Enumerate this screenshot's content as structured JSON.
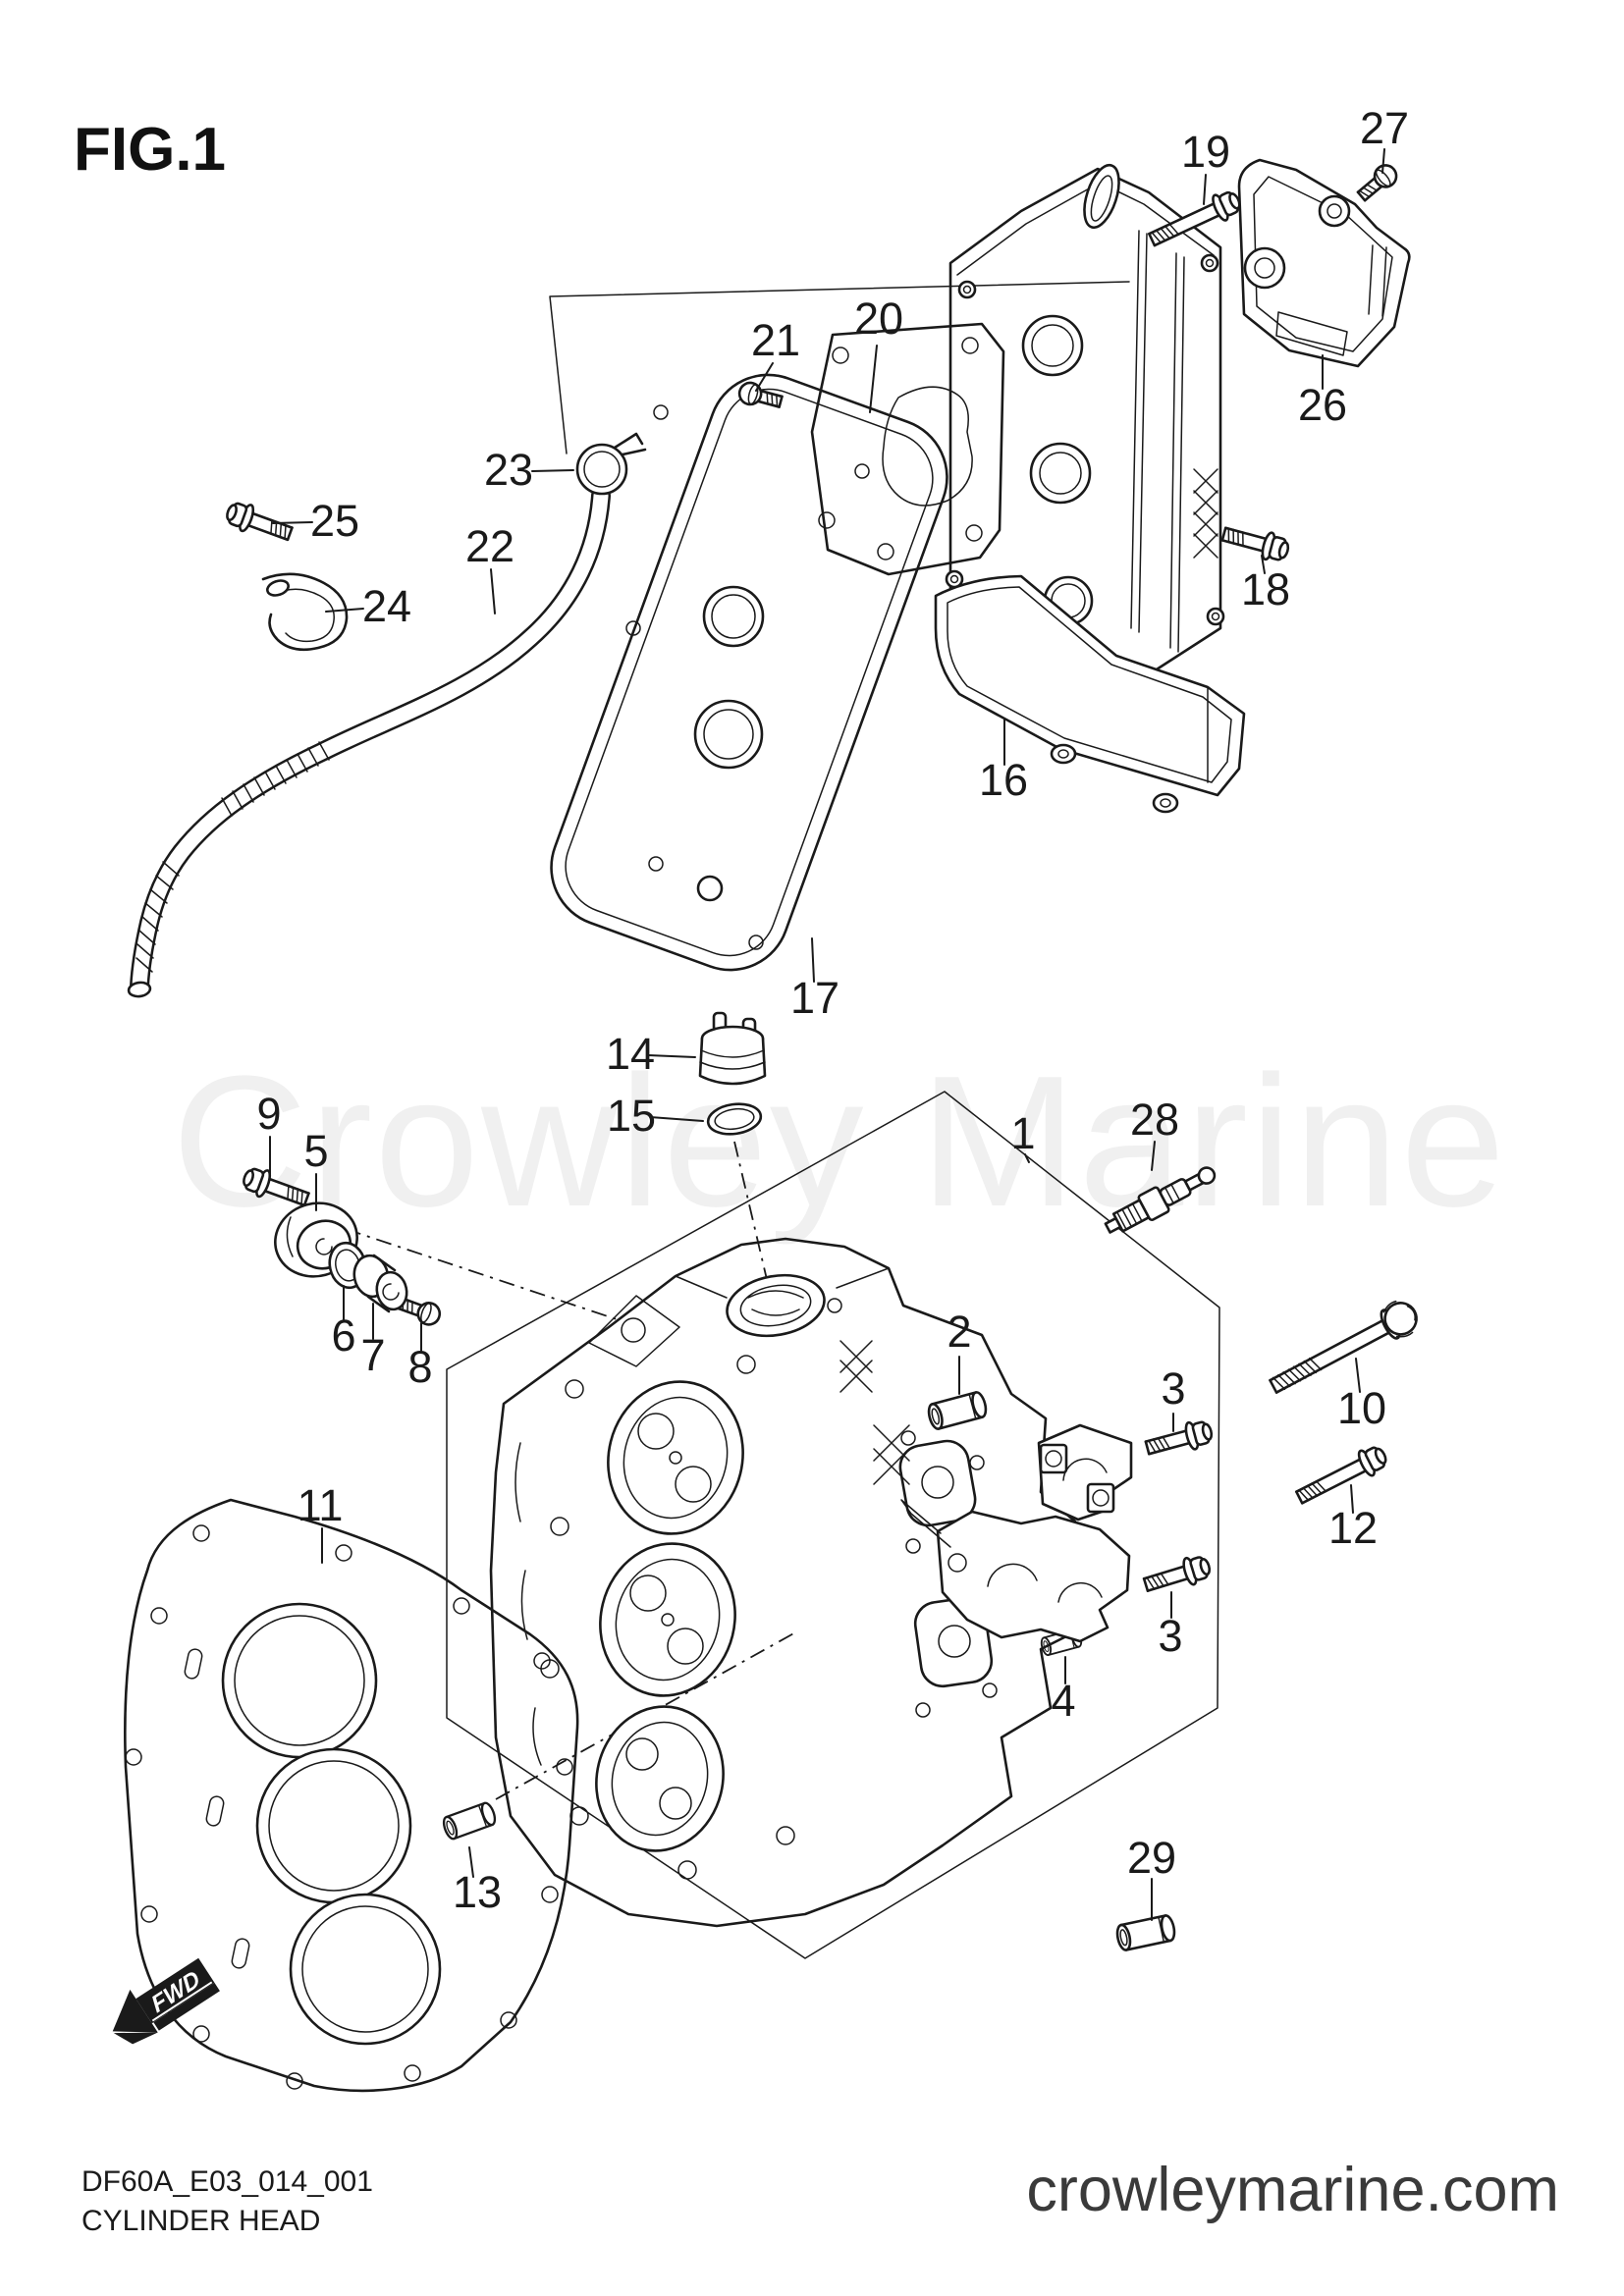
{
  "figure": {
    "label": "FIG.1"
  },
  "drawing": {
    "code": "DF60A_E03_014_001",
    "title": "CYLINDER HEAD"
  },
  "brand": {
    "site": "crowleymarine.com",
    "watermark": "Crowley Marine"
  },
  "orientation": {
    "fwd_label": "FWD"
  },
  "colors": {
    "ink": "#1a1a1a",
    "watermark": "#f0f0f0",
    "brand_text": "#3a3a3a",
    "background": "#ffffff"
  },
  "callouts": [
    {
      "label": "1"
    },
    {
      "label": "2"
    },
    {
      "label": "3"
    },
    {
      "label": "3"
    },
    {
      "label": "4"
    },
    {
      "label": "5"
    },
    {
      "label": "6"
    },
    {
      "label": "7"
    },
    {
      "label": "8"
    },
    {
      "label": "9"
    },
    {
      "label": "10"
    },
    {
      "label": "11"
    },
    {
      "label": "12"
    },
    {
      "label": "13"
    },
    {
      "label": "14"
    },
    {
      "label": "15"
    },
    {
      "label": "16"
    },
    {
      "label": "17"
    },
    {
      "label": "18"
    },
    {
      "label": "19"
    },
    {
      "label": "20"
    },
    {
      "label": "21"
    },
    {
      "label": "22"
    },
    {
      "label": "23"
    },
    {
      "label": "24"
    },
    {
      "label": "25"
    },
    {
      "label": "26"
    },
    {
      "label": "27"
    },
    {
      "label": "28"
    },
    {
      "label": "29"
    }
  ]
}
